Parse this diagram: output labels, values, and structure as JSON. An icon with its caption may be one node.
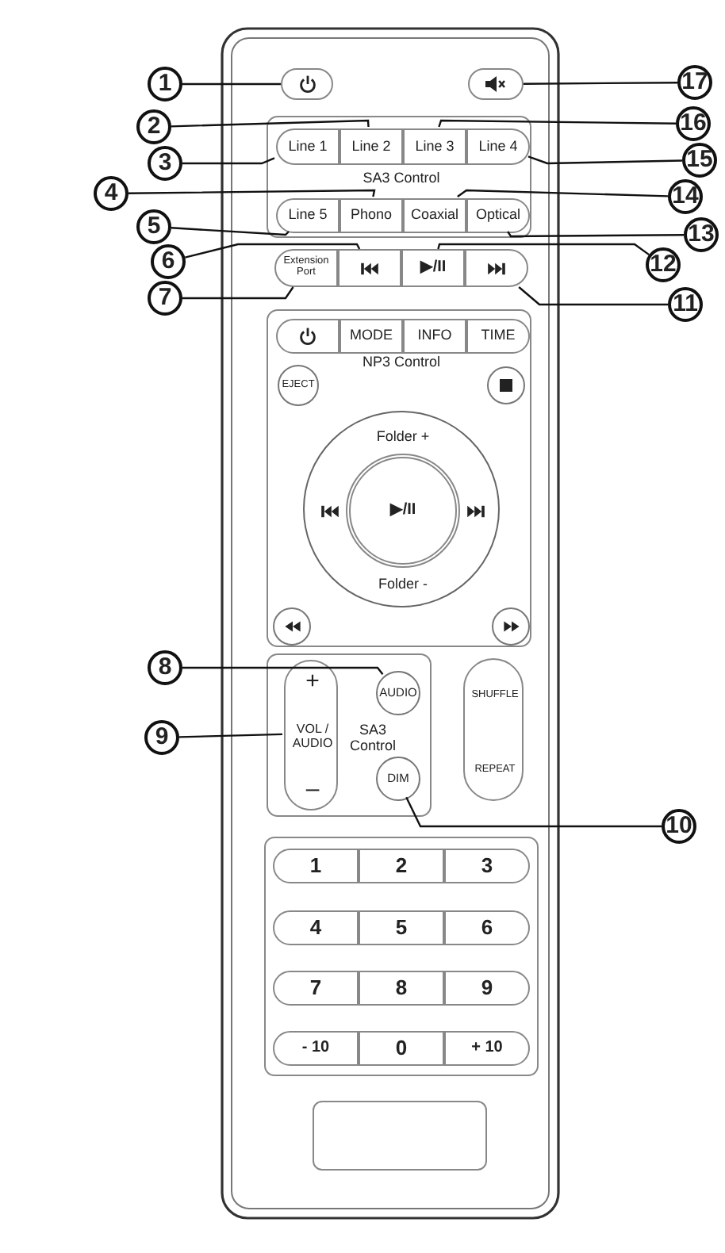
{
  "diagram": {
    "nodes": [
      {
        "text": [
          "1"
        ]
      },
      {
        "text": [
          "2"
        ]
      },
      {
        "text": [
          "3"
        ]
      },
      {
        "text": [
          "4"
        ]
      },
      {
        "text": [
          "5"
        ]
      },
      {
        "text": [
          "6"
        ]
      },
      {
        "text": [
          "7"
        ]
      },
      {
        "text": [
          "8"
        ]
      },
      {
        "text": [
          "9"
        ]
      },
      {
        "text": [
          "10"
        ]
      },
      {
        "text": [
          "11"
        ]
      },
      {
        "text": [
          "12"
        ]
      },
      {
        "text": [
          "13"
        ]
      },
      {
        "text": [
          "14"
        ]
      },
      {
        "text": [
          "15"
        ]
      },
      {
        "text": [
          "16"
        ]
      },
      {
        "text": [
          "17"
        ]
      },
      {
        "text": [],
        "shape": "box"
      },
      {
        "text": [],
        "shape": "box"
      },
      {
        "text": [
          "SA3 Control"
        ]
      },
      {
        "text": [
          "Line 1"
        ],
        "in": 19
      },
      {
        "text": [
          "Line 2"
        ],
        "in": 19
      },
      {
        "text": [
          "Line 3"
        ],
        "in": 19
      },
      {
        "text": [
          "Line 4"
        ],
        "in": 19
      },
      {
        "text": [
          "Line 5"
        ],
        "in": 19
      },
      {
        "text": [
          "Phono"
        ],
        "in": 19
      },
      {
        "text": [
          "Coaxial"
        ],
        "in": 19
      },
      {
        "text": [
          "Optical"
        ],
        "in": 19
      },
      {
        "text": [
          "Extension Port"
        ]
      },
      {
        "text": [],
        "shape": "box"
      },
      {
        "text": [
          "▶/II"
        ]
      },
      {
        "text": [],
        "shape": "box"
      },
      {
        "text": [
          "NP3 Control"
        ]
      },
      {
        "text": [],
        "shape": "box",
        "in": 32
      },
      {
        "text": [
          "MODE"
        ],
        "in": 32
      },
      {
        "text": [
          "INFO"
        ],
        "in": 32
      },
      {
        "text": [
          "TIME"
        ],
        "in": 32
      },
      {
        "text": [
          "EJECT"
        ],
        "in": 32
      },
      {
        "text": [],
        "shape": "circle",
        "in": 32
      },
      {
        "text": [
          "Folder +",
          "Folder -"
        ],
        "in": 32
      },
      {
        "text": [
          "▶/II"
        ],
        "in": 39
      },
      {
        "text": [],
        "shape": "circle",
        "in": 32
      },
      {
        "text": [],
        "shape": "circle",
        "in": 32
      },
      {
        "text": [
          "SA3 Control"
        ]
      },
      {
        "text": [
          "+",
          "VOL / AUDIO",
          "–"
        ],
        "in": 43
      },
      {
        "text": [
          "AUDIO"
        ],
        "in": 43
      },
      {
        "text": [
          "DIM"
        ],
        "in": 43
      },
      {
        "text": [
          "SHUFFLE",
          "REPEAT"
        ]
      },
      {
        "text": [
          "1"
        ]
      },
      {
        "text": [
          "2"
        ]
      },
      {
        "text": [
          "3"
        ]
      },
      {
        "text": [
          "4"
        ]
      },
      {
        "text": [
          "5"
        ]
      },
      {
        "text": [
          "6"
        ]
      },
      {
        "text": [
          "7"
        ]
      },
      {
        "text": [
          "8"
        ]
      },
      {
        "text": [
          "9"
        ]
      },
      {
        "text": [
          "- 10"
        ]
      },
      {
        "text": [
          "0"
        ]
      },
      {
        "text": [
          "+ 10"
        ]
      },
      {
        "text": [],
        "shape": "box"
      }
    ],
    "edges": [
      {
        "from": 0,
        "to": 17,
        "arrow": "none"
      },
      {
        "from": 1,
        "to": 21,
        "arrow": "none"
      },
      {
        "from": 2,
        "to": 20,
        "arrow": "none"
      },
      {
        "from": 3,
        "to": 25,
        "arrow": "none"
      },
      {
        "from": 4,
        "to": 24,
        "arrow": "none"
      },
      {
        "from": 5,
        "to": 29,
        "arrow": "none"
      },
      {
        "from": 6,
        "to": 28,
        "arrow": "none"
      },
      {
        "from": 7,
        "to": 45,
        "arrow": "none"
      },
      {
        "from": 8,
        "to": 44,
        "arrow": "none"
      },
      {
        "from": 9,
        "to": 46,
        "arrow": "none"
      },
      {
        "from": 10,
        "to": 31,
        "arrow": "none"
      },
      {
        "from": 11,
        "to": 30,
        "arrow": "none"
      },
      {
        "from": 12,
        "to": 27,
        "arrow": "none"
      },
      {
        "from": 13,
        "to": 26,
        "arrow": "none"
      },
      {
        "from": 14,
        "to": 23,
        "arrow": "none"
      },
      {
        "from": 15,
        "to": 22,
        "arrow": "none"
      },
      {
        "from": 16,
        "to": 18,
        "arrow": "none"
      }
    ]
  }
}
